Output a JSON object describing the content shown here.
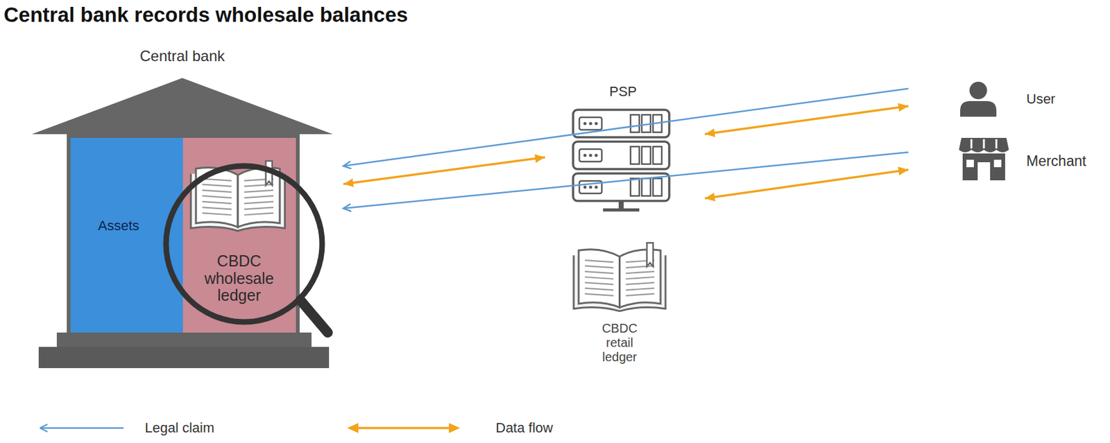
{
  "diagram": {
    "title": "Central bank records wholesale balances",
    "nodes": [
      {
        "text": [
          "Central bank"
        ]
      },
      {
        "text": [
          "Assets"
        ],
        "in": 0
      },
      {
        "text": [
          "CBDC wholesale ledger"
        ],
        "in": 0
      },
      {
        "text": [
          "PSP"
        ]
      },
      {
        "text": [
          "CBDC retail ledger"
        ]
      },
      {
        "text": [
          "User"
        ]
      },
      {
        "text": [
          "Merchant"
        ]
      }
    ],
    "edges": [
      {
        "from": 5,
        "to": 0,
        "arrow": "to"
      },
      {
        "from": 0,
        "to": 3,
        "arrow": "both"
      },
      {
        "from": 6,
        "to": 0,
        "arrow": "to"
      },
      {
        "from": 3,
        "to": 5,
        "arrow": "both"
      },
      {
        "from": 3,
        "to": 6,
        "arrow": "both"
      }
    ],
    "legend": [
      {
        "text": "Legal claim"
      },
      {
        "text": "Data flow"
      }
    ]
  }
}
